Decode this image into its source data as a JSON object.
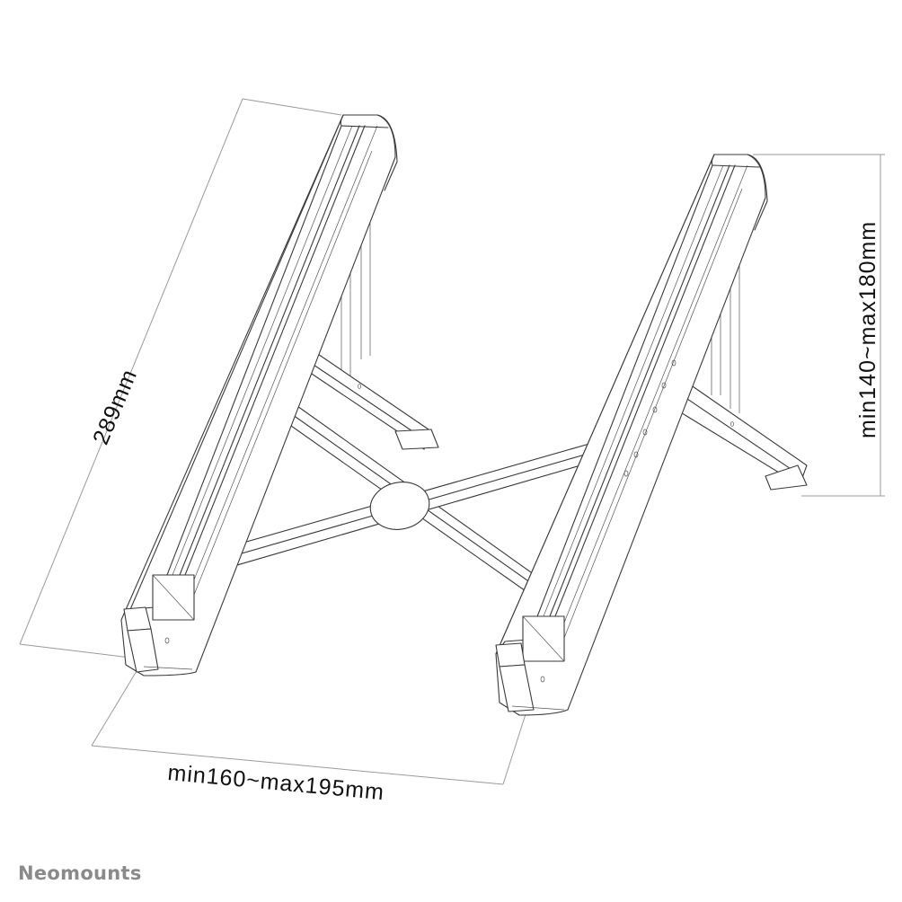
{
  "diagram": {
    "type": "technical-dimension-drawing",
    "subject": "foldable laptop stand",
    "line_color": "#3a3a3a",
    "dimension_line_color": "#9a9a9a",
    "background": "#ffffff"
  },
  "dimensions": {
    "length": "289mm",
    "height": "min140~max180mm",
    "width": "min160~max195mm"
  },
  "brand": {
    "name": "Neomounts",
    "color": "#8a8a8a"
  }
}
